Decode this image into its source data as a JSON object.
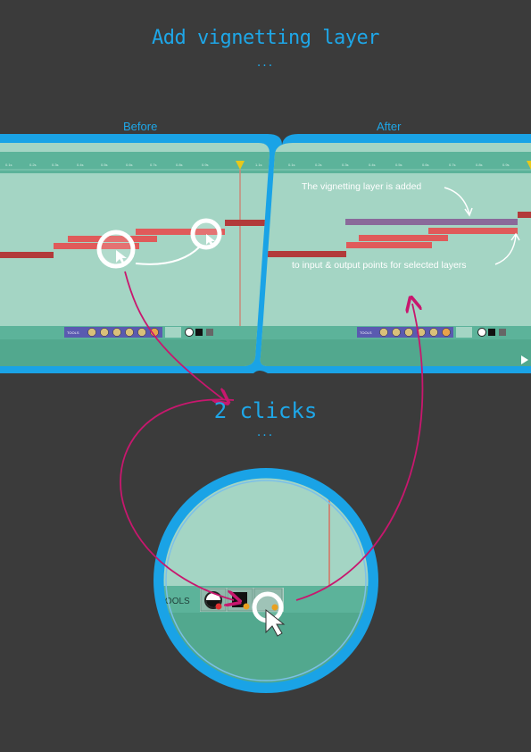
{
  "header": {
    "title": "Add vignetting layer",
    "ellipsis": "..."
  },
  "panels": {
    "before_label": "Before",
    "after_label": "After"
  },
  "annotations": {
    "added": "The vignetting layer is added",
    "points": "to input & output points for selected layers"
  },
  "steps": {
    "title": "2 clicks",
    "ellipsis": "..."
  },
  "zoom": {
    "tools_label": "TOOLS"
  },
  "colors": {
    "background": "#3b3b3b",
    "accent_blue": "#1aa3e6",
    "timeline_bg": "#a4d5c4",
    "ruler_bg": "#5cb39a",
    "layer_red": "#e05a5a",
    "layer_dark_red": "#b23a3a",
    "vignette_purple": "#8a6a9a",
    "arrow_magenta": "#c8176e",
    "playhead_yellow": "#e8c81a"
  }
}
